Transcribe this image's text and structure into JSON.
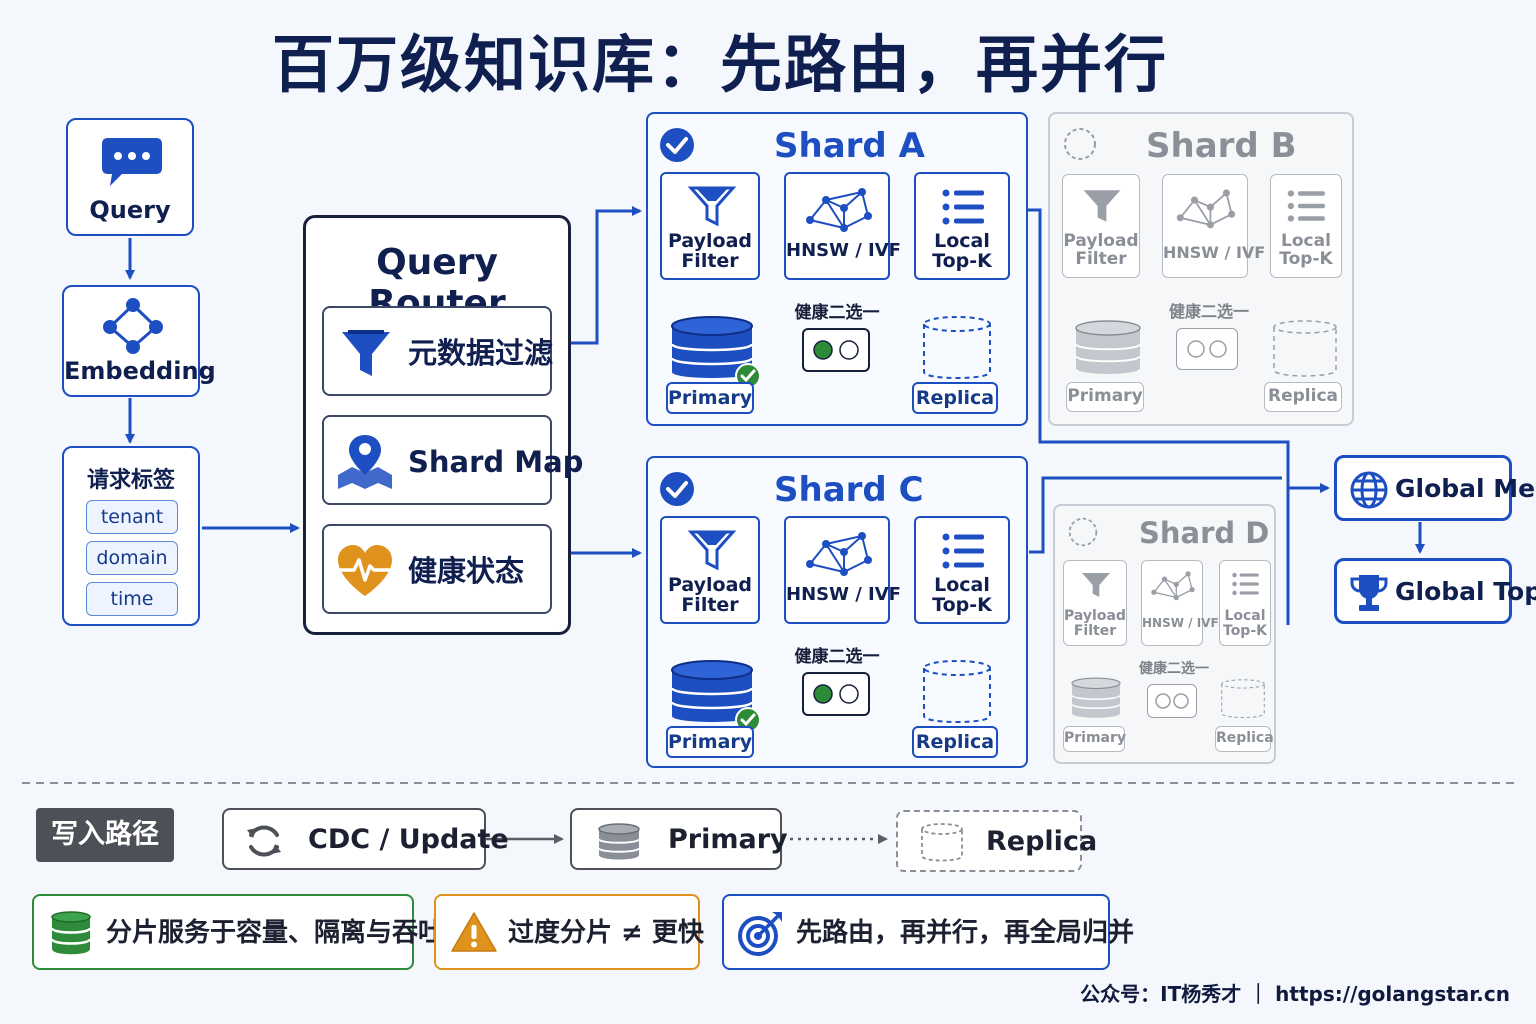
{
  "title": "百万级知识库：先路由，再并行",
  "query": {
    "label": "Query"
  },
  "embedding": {
    "label": "Embedding"
  },
  "request_tags": {
    "title": "请求标签",
    "tags": [
      "tenant",
      "domain",
      "time"
    ]
  },
  "router": {
    "title": "Query Router",
    "items": [
      {
        "label": "元数据过滤",
        "icon": "funnel-icon"
      },
      {
        "label": "Shard Map",
        "icon": "map-pin-icon"
      },
      {
        "label": "健康状态",
        "icon": "heartbeat-icon"
      }
    ]
  },
  "shards": [
    {
      "name": "Shard A",
      "active": true,
      "stages": [
        "Payload\nFilter",
        "HNSW / IVF",
        "Local\nTop-K"
      ],
      "health_label": "健康二选一",
      "primary": "Primary",
      "replica": "Replica"
    },
    {
      "name": "Shard B",
      "active": false,
      "stages": [
        "Payload\nFilter",
        "HNSW / IVF",
        "Local\nTop-K"
      ],
      "health_label": "健康二选一",
      "primary": "Primary",
      "replica": "Replica"
    },
    {
      "name": "Shard C",
      "active": true,
      "stages": [
        "Payload\nFilter",
        "HNSW / IVF",
        "Local\nTop-K"
      ],
      "health_label": "健康二选一",
      "primary": "Primary",
      "replica": "Replica"
    },
    {
      "name": "Shard D",
      "active": false,
      "stages": [
        "Payload\nFilter",
        "HNSW / IVF",
        "Local\nTop-K"
      ],
      "health_label": "健康二选一",
      "primary": "Primary",
      "replica": "Replica"
    }
  ],
  "merge": {
    "global_merge": "Global Merge",
    "global_topk": "Global Top-K"
  },
  "write_path": {
    "label": "写入路径",
    "cdc": "CDC / Update",
    "primary": "Primary",
    "replica": "Replica"
  },
  "notes": [
    {
      "text": "分片服务于容量、隔离与吞吐",
      "color": "#2e8b3a",
      "icon": "database-icon"
    },
    {
      "text": "过度分片 ≠ 更快",
      "color": "#e0931c",
      "icon": "warning-icon"
    },
    {
      "text": "先路由，再并行，再全局归并",
      "color": "#1e4fc2",
      "icon": "target-icon"
    }
  ],
  "footer": "公众号：IT杨秀才 ｜ https://golangstar.cn",
  "colors": {
    "blue": "#1e4fc2",
    "navy": "#0f1f4f",
    "gray": "#8b8f97",
    "green": "#2e8b3a"
  }
}
